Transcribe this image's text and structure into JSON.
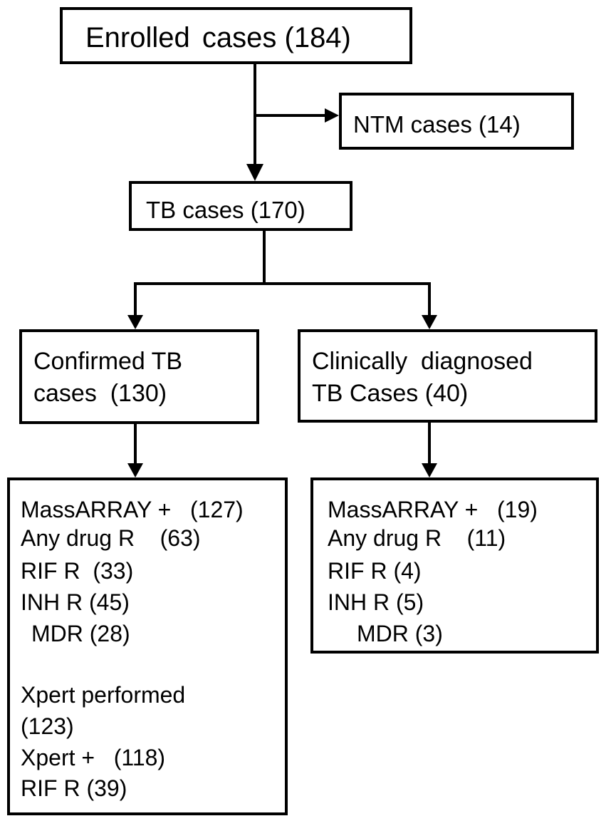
{
  "enrolled": {
    "label": "Enrolled",
    "text": "cases (184)"
  },
  "ntm": {
    "text": "NTM cases (14)"
  },
  "tb": {
    "text": "TB cases (170)"
  },
  "confirmed": {
    "line1": "Confirmed TB",
    "line2": "cases  (130)"
  },
  "clinical": {
    "line1": "Clinically  diagnosed",
    "line2": "TB Cases (40)"
  },
  "confirmed_results": [
    "MassARRAY +   (127)",
    "Any drug R    (63)",
    "RIF R  (33)",
    "INH R (45)",
    "MDR (28)",
    "Xpert performed",
    "(123)",
    "Xpert +   (118)",
    "RIF R (39)"
  ],
  "clinical_results": [
    "MassARRAY +   (19)",
    "Any drug R    (11)",
    "RIF R (4)",
    "INH R (5)",
    "MDR (3)"
  ]
}
